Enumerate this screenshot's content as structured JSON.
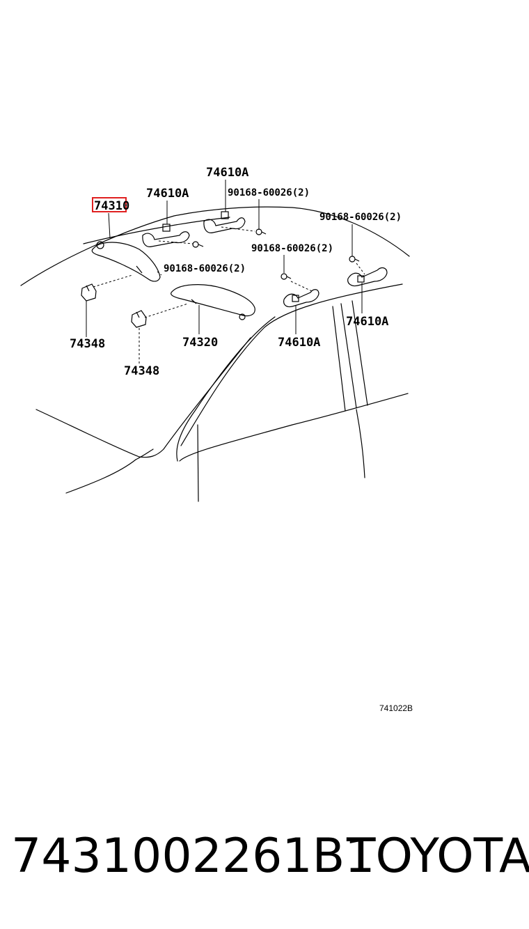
{
  "diagram": {
    "callouts": {
      "sun_visor_left": "74310",
      "sun_visor_right": "74320",
      "holder_left": "74348",
      "holder_right": "74348",
      "assist_grip_1": "74610A",
      "assist_grip_2": "74610A",
      "assist_grip_3": "74610A",
      "assist_grip_4": "74610A",
      "screw_1": "90168-60026(2)",
      "screw_2": "90168-60026(2)",
      "screw_3": "90168-60026(2)",
      "screw_4": "90168-60026(2)"
    },
    "drawing_number": "741022B",
    "highlight_color": "#e02020"
  },
  "footer": {
    "part_number": "7431002261B1",
    "brand": "TOYOTA"
  }
}
